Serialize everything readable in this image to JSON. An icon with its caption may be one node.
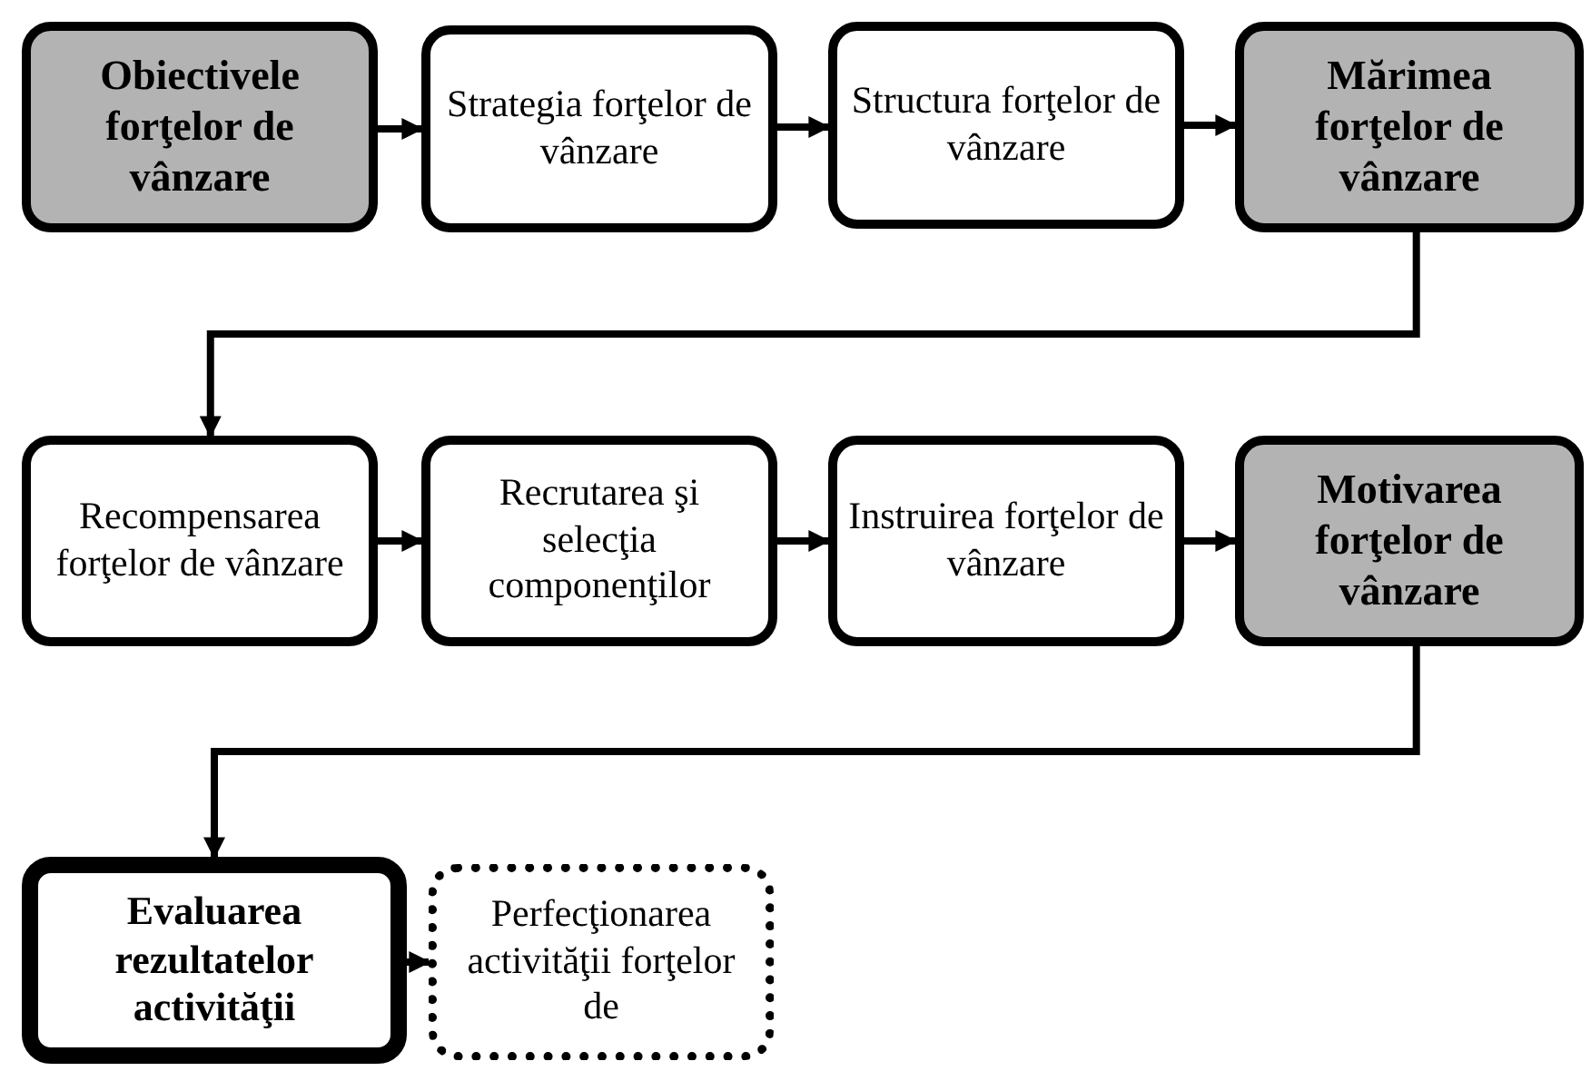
{
  "diagram": {
    "nodes": [
      {
        "text": [
          "Obiectivele forţelor de vânzare"
        ]
      },
      {
        "text": [
          "Strategia forţelor de vânzare"
        ]
      },
      {
        "text": [
          "Structura forţelor de vânzare"
        ]
      },
      {
        "text": [
          "Mărimea forţelor de vânzare"
        ]
      },
      {
        "text": [
          "Recompensarea forţelor de vânzare"
        ]
      },
      {
        "text": [
          "Recrutarea şi selecţia componenţilor"
        ]
      },
      {
        "text": [
          "Instruirea forţelor de vânzare"
        ]
      },
      {
        "text": [
          "Motivarea forţelor de vânzare"
        ]
      },
      {
        "text": [
          "Evaluarea rezultatelor activităţii"
        ]
      },
      {
        "text": [
          "Perfecţionarea activităţii forţelor de"
        ]
      }
    ],
    "edges": [
      {
        "from": 0,
        "to": 1,
        "arrow": "to"
      },
      {
        "from": 1,
        "to": 2,
        "arrow": "to"
      },
      {
        "from": 2,
        "to": 3,
        "arrow": "to"
      },
      {
        "from": 3,
        "to": 4,
        "arrow": "to"
      },
      {
        "from": 4,
        "to": 5,
        "arrow": "to"
      },
      {
        "from": 5,
        "to": 6,
        "arrow": "to"
      },
      {
        "from": 6,
        "to": 7,
        "arrow": "to"
      },
      {
        "from": 7,
        "to": 8,
        "arrow": "to"
      },
      {
        "from": 8,
        "to": 9,
        "arrow": "to"
      }
    ]
  }
}
